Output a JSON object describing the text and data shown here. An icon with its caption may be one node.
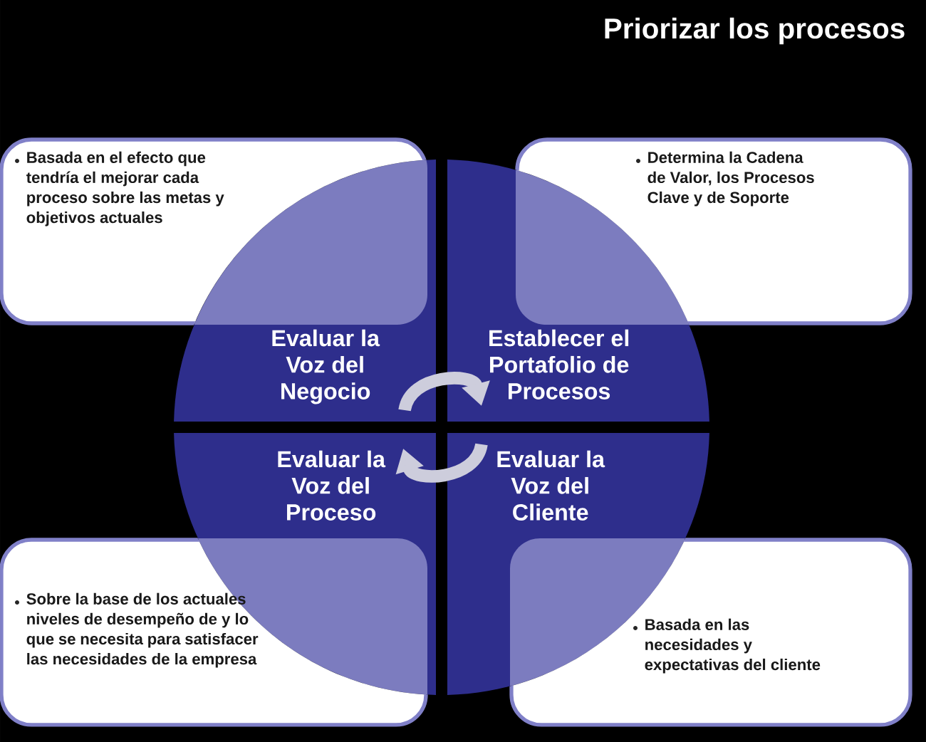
{
  "diagram": {
    "title": "Priorizar los procesos",
    "nodes": [
      {
        "text": [
          "Basada en el efecto que tendría el mejorar cada proceso sobre las metas y objetivos actuales"
        ]
      },
      {
        "text": [
          "Determina la Cadena de Valor, los Procesos Clave y de Soporte"
        ]
      },
      {
        "text": [
          "Evaluar la Voz del Negocio"
        ]
      },
      {
        "text": [
          "Establecer el Portafolio de Procesos"
        ]
      },
      {
        "text": [
          "Evaluar la Voz del Proceso"
        ]
      },
      {
        "text": [
          "Evaluar la Voz del Cliente"
        ]
      },
      {
        "text": [
          "Sobre la base de los actuales niveles de desempeño de y lo que se necesita para satisfacer las necesidades de la empresa"
        ]
      },
      {
        "text": [
          "Basada en las necesidades y expectativas del cliente"
        ]
      }
    ],
    "edges": [
      {
        "from": 2,
        "to": 3,
        "arrow": "to"
      },
      {
        "from": 5,
        "to": 4,
        "arrow": "to"
      }
    ]
  }
}
